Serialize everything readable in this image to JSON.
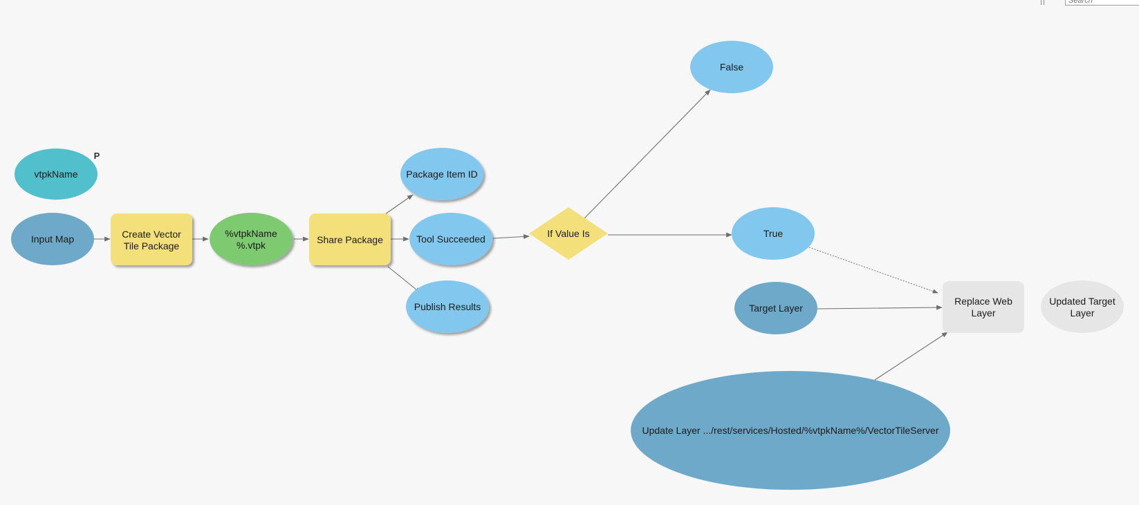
{
  "search": {
    "placeholder": "Search"
  },
  "colors": {
    "variable_teal": "#52bfcc",
    "input_dataset": "#6fa9c9",
    "tool_yellow": "#f4e07a",
    "derived_green": "#7dca70",
    "derived_blue": "#82c7ee",
    "inactive_gray": "#e6e6e6",
    "edge": "#6f6f6f",
    "background": "#f7f7f7"
  },
  "nodes": {
    "vtpkname": {
      "label": "vtpkName",
      "flag": "P"
    },
    "input_map": {
      "label": "Input Map"
    },
    "create_vector_tile_package": {
      "lines": [
        "Create Vector",
        "Tile Package"
      ]
    },
    "vtpk_output": {
      "lines": [
        "%vtpkName",
        "%.vtpk"
      ]
    },
    "share_package": {
      "label": "Share Package"
    },
    "package_item_id": {
      "label": "Package Item ID"
    },
    "tool_succeeded": {
      "label": "Tool Succeeded"
    },
    "publish_results": {
      "label": "Publish Results"
    },
    "if_value_is": {
      "label": "If Value Is"
    },
    "false": {
      "label": "False"
    },
    "true": {
      "label": "True"
    },
    "target_layer": {
      "label": "Target Layer"
    },
    "replace_web_layer": {
      "lines": [
        "Replace Web",
        "Layer"
      ]
    },
    "updated_target_layer": {
      "lines": [
        "Updated Target",
        "Layer"
      ]
    },
    "update_layer": {
      "label": "Update Layer .../rest/services/Hosted/%vtpkName%/VectorTileServer"
    }
  }
}
